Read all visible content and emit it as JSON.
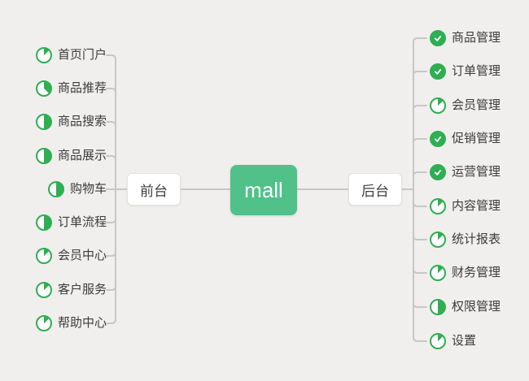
{
  "diagram_type": "mindmap",
  "center_node": {
    "label": "mall"
  },
  "left_branch": {
    "node_label": "前台",
    "items": [
      {
        "label": "首页门户",
        "progress": 12.5
      },
      {
        "label": "商品推荐",
        "progress": 37.5
      },
      {
        "label": "商品搜索",
        "progress": 50
      },
      {
        "label": "商品展示",
        "progress": 50
      },
      {
        "label": "购物车",
        "progress": 50
      },
      {
        "label": "订单流程",
        "progress": 50
      },
      {
        "label": "会员中心",
        "progress": 12.5
      },
      {
        "label": "客户服务",
        "progress": 12.5
      },
      {
        "label": "帮助中心",
        "progress": 12.5
      }
    ]
  },
  "right_branch": {
    "node_label": "后台",
    "items": [
      {
        "label": "商品管理",
        "progress": 100
      },
      {
        "label": "订单管理",
        "progress": 100
      },
      {
        "label": "会员管理",
        "progress": 12.5
      },
      {
        "label": "促销管理",
        "progress": 100
      },
      {
        "label": "运营管理",
        "progress": 100
      },
      {
        "label": "内容管理",
        "progress": 12.5
      },
      {
        "label": "统计报表",
        "progress": 12.5
      },
      {
        "label": "财务管理",
        "progress": 12.5
      },
      {
        "label": "权限管理",
        "progress": 50
      },
      {
        "label": "设置",
        "progress": 12.5
      }
    ]
  },
  "colors": {
    "background": "#f0efed",
    "connector": "#c7c7c5",
    "center_node_bg": "#4fc189",
    "icon_green": "#2fae52",
    "text": "#3b3b3b"
  }
}
